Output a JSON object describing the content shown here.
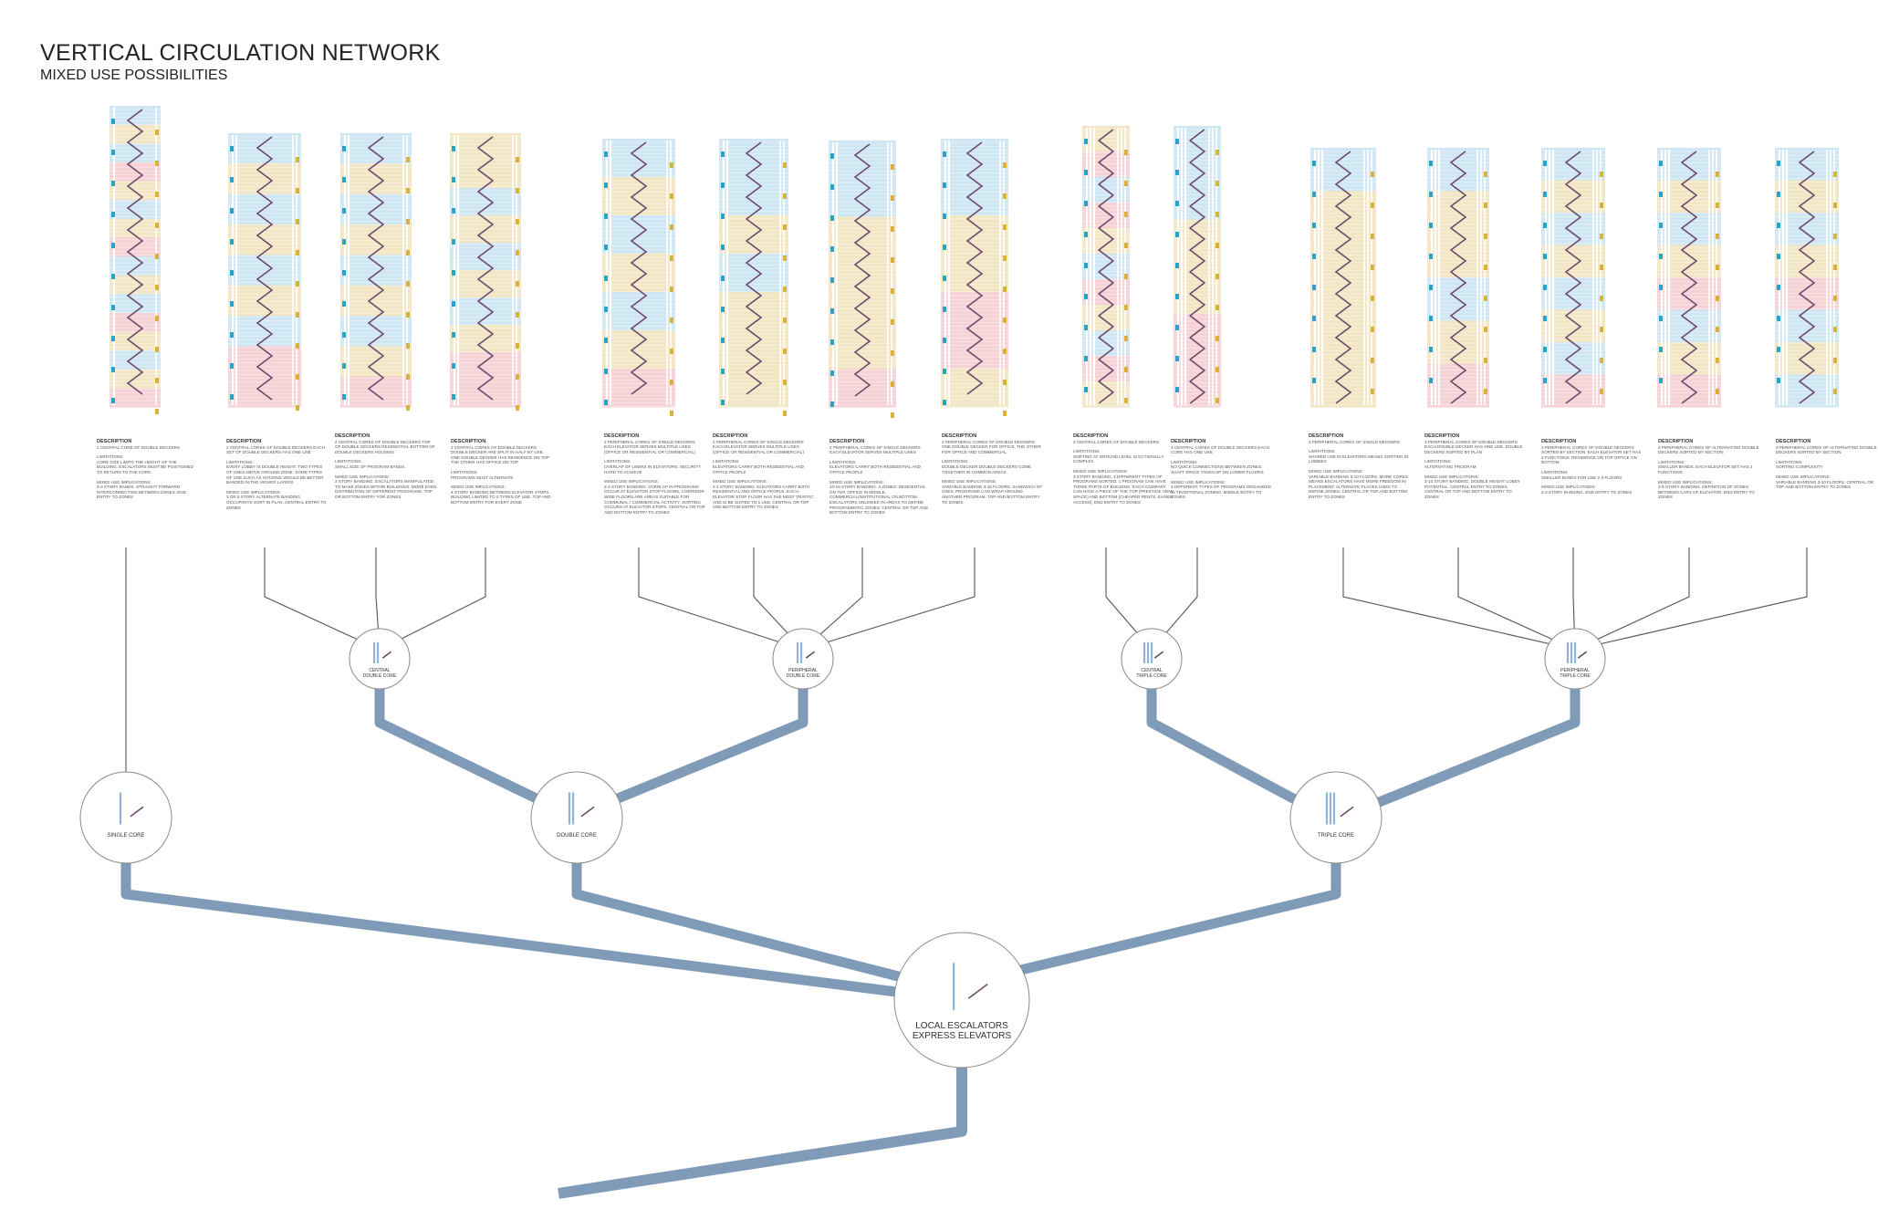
{
  "header": {
    "title": "VERTICAL CIRCULATION NETWORK",
    "subtitle": "MIXED USE POSSIBILITIES"
  },
  "colors": {
    "trunk": "#7f9bb8",
    "line": "#555555",
    "zone_office": "#cfe6f3",
    "zone_residential": "#f2e6c4",
    "zone_retail": "#f6d2d6",
    "escalator": "#6d4a6e",
    "elevator": "#8fb4d9"
  },
  "nodes": {
    "root": {
      "label_1": "LOCAL ESCALATORS",
      "label_2": "EXPRESS ELEVATORS"
    },
    "single": {
      "label": "SINGLE CORE"
    },
    "double": {
      "label": "DOUBLE CORE"
    },
    "triple": {
      "label": "TRIPLE CORE"
    },
    "central_double": {
      "label_1": "CENTRAL",
      "label_2": "DOUBLE CORE"
    },
    "peripheral_double": {
      "label_1": "PERIPHERAL",
      "label_2": "DOUBLE CORE"
    },
    "central_triple": {
      "label_1": "CENTRAL",
      "label_2": "TRIPLE CORE"
    },
    "peripheral_triple": {
      "label_1": "PERIPHERAL",
      "label_2": "TRIPLE CORE"
    }
  },
  "columns": [
    {
      "heading": "DESCRIPTION",
      "text": "1 CENTRAL CORE OF DOUBLE DECKERS",
      "lim_head": "LIMITATIONS:",
      "lim": "CORE SIZE LIMITS THE HEIGHT OF THE BUILDING. ESCALATORS MUST BE POSITIONED TO RETURN TO THE CORE",
      "mix_head": "MIXED USE IMPLICATIONS:",
      "mix": "2-3 STORY BANDS. STRAIGHT FORWARD INTERCONNECTION BETWEEN ZONES. END ENTRY TO ZONES",
      "pattern": [
        "b",
        "y",
        "b",
        "p",
        "y",
        "b",
        "y",
        "p",
        "b",
        "y",
        "b",
        "p",
        "y",
        "b",
        "y",
        "p"
      ]
    },
    {
      "heading": "DESCRIPTION",
      "text": "2 CENTRAL CORES OF DOUBLE DECKERS EACH SET OF DOUBLE DECKERS HAS ONE USE",
      "lim_head": "LIMITATIONS:",
      "lim": "EVERY LOBBY IS DOUBLE HEIGHT. TWO TYPES OF USES ABOVE GROUND ZONE. SOME TYPES OF USE SUCH AS HOUSING WOULD BE BETTER BANDED IN THE HIGHER LAYERS",
      "mix_head": "MIXED USE IMPLICATIONS:",
      "mix": "3 OR 6 STORY ALTERNATE BANDING. OCCUPANTS SORT IN PLAN. CENTRAL ENTRY TO ZONES",
      "pattern": [
        "b",
        "y",
        "b",
        "y",
        "b",
        "y",
        "b",
        "p",
        "p"
      ]
    },
    {
      "heading": "DESCRIPTION",
      "text": "2 CENTRAL CORES OF DOUBLE DECKERS TOP OF DOUBLE DECKERS RESIDENTIAL BOTTOM OF DOUBLE DECKERS HOUSING",
      "lim_head": "LIMITATIONS:",
      "lim": "SMALL SIZE OF PROGRAM BANDS",
      "mix_head": "MIXED USE IMPLICATIONS:",
      "mix": "3 STORY BANDING. ESCALATORS MANIPULATED TO MAKE ZONES WITHIN BUILDINGS. MORE EVEN DISTRIBUTION OF DIFFERENT PROGRAMS. TOP OR BOTTOM ENTRY FOR ZONES",
      "pattern": [
        "b",
        "y",
        "b",
        "y",
        "b",
        "y",
        "b",
        "y",
        "p"
      ]
    },
    {
      "heading": "DESCRIPTION",
      "text": "2 CENTRAL CORES OF DOUBLE DECKERS DOUBLE DECKER ARE SPLIT IN HALF BY USE. ONE DOUBLE DECKER HAS RESIDENCE ON TOP THE OTHER HAS OFFICE ON TOP",
      "lim_head": "LIMITATIONS:",
      "lim": "PROGRAMS MUST ALTERNATE",
      "mix_head": "MIXED USE IMPLICATIONS:",
      "mix": "4 STORY BANDING BETWEEN ELEVATOR STOPS. BUILDING LIMITED TO 2 TYPES OF USE. TOP AND BOTTOM ENTRY FOR EVERY ZONE",
      "pattern": [
        "y",
        "y",
        "b",
        "y",
        "b",
        "y",
        "b",
        "y",
        "p",
        "p"
      ]
    },
    {
      "heading": "DESCRIPTION",
      "text": "2 PERIPHERAL CORES OF SINGLE DECKERS EACH ELEVATOR SERVES MULTIPLE USES (OFFICE OR RESIDENTIAL OR COMMERCIAL)",
      "lim_head": "LIMITATIONS:",
      "lim": "OVERLAP OF USERS IN ELEVATORS. SECURITY HARD TO ACHIEVE",
      "mix_head": "MIXED USE IMPLICATIONS:",
      "mix": "2-4 STORY BANDING. OVERLAP IN PROGRAMS OCCUR AT ELEVATOR STOP FLOORS. CORRIDOR WIDE FLOORS ARE AREAS SUITABLE FOR COMMUNAL / COMMERCIAL ACTIVITY. SORTING OCCURS AT ELEVATOR STOPS. CENTRAL OR TOP AND BOTTOM ENTRY TO ZONES",
      "pattern": [
        "b",
        "y",
        "b",
        "y",
        "b",
        "y",
        "p"
      ]
    },
    {
      "heading": "DESCRIPTION",
      "text": "2 PERIPHERAL CORES OF SINGLE DECKERS EACH ELEVATOR SERVES MULTIPLE USES (OFFICE OR RESIDENTIAL OR COMMERCIAL)",
      "lim_head": "LIMITATIONS:",
      "lim": "ELEVATORS CARRY BOTH RESIDENTIAL AND OFFICE PEOPLE",
      "mix_head": "MIXED USE IMPLICATIONS:",
      "mix": "2-4 STORY BANDING. ELEVATORS CARRY BOTH RESIDENTIAL AND OFFICE PEOPLE. EACH ELEVATOR STOP FLOOR HAS THE MOST TRAFFIC AND IS BE SUITED TO 1 USE. CENTRAL OR TOP AND BOTTOM ENTRY TO ZONES",
      "pattern": [
        "b",
        "b",
        "y",
        "b",
        "y",
        "y",
        "y"
      ]
    },
    {
      "heading": "DESCRIPTION",
      "text": "2 PERIPHERAL CORES OF SINGLE DECKERS EACH ELEVATOR SERVES MULTIPLE USES",
      "lim_head": "LIMITATIONS:",
      "lim": "ELEVATORS CARRY BOTH RESIDENTIAL AND OFFICE PEOPLE",
      "mix_head": "MIXED USE IMPLICATIONS:",
      "mix": "10-16 STORY BANDING. 3 ZONES: RESIDENTIAL ON TOP, OFFICE IN MIDDLE, COMMERCIAL/INSTITUTIONAL ON BOTTOM. ESCALATORS UNLINKED IN AREAS TO DEFINE PROGRAMMATIC ZONES. CENTRAL OR TOP AND BOTTOM ENTRY TO ZONES",
      "pattern": [
        "b",
        "b",
        "y",
        "y",
        "y",
        "y",
        "p"
      ]
    },
    {
      "heading": "DESCRIPTION",
      "text": "2 PERIPHERAL CORES OF DOUBLE DECKERS ONE DOUBLE DECKER FOR OFFICE, THE OTHER FOR OFFICE AND COMMERCIAL",
      "lim_head": "LIMITATIONS:",
      "lim": "DOUBLE DECKER DOUBLE DECKERS COME TOGETHER IN COMMON AREAS",
      "mix_head": "MIXED USE IMPLICATIONS:",
      "mix": "VARIABLE BANDING 3-15 FLOORS. SANDWICH OF USES. PROGRAMS CAN WRAP AROUND ANOTHER PROGRAM. TOP AND BOTTOM ENTRY TO ZONES",
      "pattern": [
        "b",
        "b",
        "y",
        "y",
        "p",
        "p",
        "y"
      ]
    },
    {
      "heading": "DESCRIPTION",
      "text": "3 CENTRAL CORES OF DOUBLE DECKERS",
      "lim_head": "LIMITATIONS:",
      "lim": "SORTING AT GROUND LEVEL IS ECTIONALLY COMPLEX",
      "mix_head": "MIXED USE IMPLICATIONS:",
      "mix": "3 STORY BANDING. 3 DIFFERENT TYPES OF PROGRAMS SORTED. 1 PROGRAM CAN HAVE THREE PARTS OF BUILDING. EACH COMPANY CAN HAVE A PIECE OF THE TOP (PRESTIGE VIEW, SPACE) AND BOTTOM (CHEAPER RENTS, EASIER ACCESS). END ENTRY TO ZONES",
      "pattern": [
        "y",
        "p",
        "b",
        "p",
        "y",
        "b",
        "p",
        "y",
        "b",
        "p",
        "y"
      ]
    },
    {
      "heading": "DESCRIPTION",
      "text": "3 CENTRAL CORES OF DOUBLE DECKERS EACH CORE HAS ONE USE",
      "lim_head": "LIMITATIONS:",
      "lim": "NO QUICK CONNECTIONS BETWEEN ZONES. SHAFT SPACE TAKEN UP ON LOWER FLOORS",
      "mix_head": "MIXED USE IMPLICATIONS:",
      "mix": "3 DIFFERENT TYPES OF PROGRAMS ORGANIZED IN TRADITIONAL ZONING. MIDDLE ENTRY TO ZONES",
      "pattern": [
        "b",
        "b",
        "y",
        "y",
        "p",
        "p"
      ]
    },
    {
      "heading": "DESCRIPTION",
      "text": "3 PERIPHERAL CORES OF SINGLE DECKERS",
      "lim_head": "LIMITATIONS:",
      "lim": "SHARED USE IN ELEVATORS MEANS SORTING IN LOBBIES",
      "mix_head": "MIXED USE IMPLICATIONS:",
      "mix": "VARIABLE BANDING 3-10 FLOORS. MORE CORES MEANS ESCALATORS HAVE MORE FREEDOM IN PLACEMENT. ALTERNATE PLACES USED TO DEFINE ZONES. CENTRAL OR TOP AND BOTTOM ENTRY TO ZONES",
      "pattern": [
        "b",
        "y",
        "y",
        "y",
        "y",
        "y"
      ]
    },
    {
      "heading": "DESCRIPTION",
      "text": "3 PERIPHERAL CORES OF DOUBLE DECKERS EACH DOUBLE DECKER HAS ONE USE. DOUBLE DECKERS SORTED BY PLAN",
      "lim_head": "LIMITATIONS:",
      "lim": "ALTERNATING PROGRAM",
      "mix_head": "MIXED USE IMPLICATIONS:",
      "mix": "3-10 STORY BANDING. DOUBLE HEIGHT LOBBY POTENTIAL. CENTRAL ENTRY TO ZONES. CENTRAL OR TOP AND BOTTOM ENTRY TO ZONES",
      "pattern": [
        "b",
        "y",
        "y",
        "b",
        "y",
        "p"
      ]
    },
    {
      "heading": "DESCRIPTION",
      "text": "3 PERIPHERAL CORES OF DOUBLE DECKERS SORTED BY SECTION. EACH ELEVATOR SET HAS 2 FUNCTIONS. RESIDENCE ON TOP OFFICE ON BOTTOM",
      "lim_head": "LIMITATIONS:",
      "lim": "SMALLER BANDS FOR USE 2-3 FLOORS",
      "mix_head": "MIXED USE IMPLICATIONS:",
      "mix": "2-3 STORY BANDING. END ENTRY TO ZONES",
      "pattern": [
        "b",
        "y",
        "b",
        "y",
        "b",
        "y",
        "b",
        "p"
      ]
    },
    {
      "heading": "DESCRIPTION",
      "text": "3 PERIPHERAL CORES OF ALTERNATING DOUBLE DECKERS SORTED BY SECTION",
      "lim_head": "LIMITATIONS:",
      "lim": "SMALLER BANDS. EACH ELEVATOR SET HAS 2 FUNCTIONS",
      "mix_head": "MIXED USE IMPLICATIONS:",
      "mix": "2-5 STORY BANDING. DEFINITION OF ZONES BETWEEN CARS OF ELEVATOR. END ENTRY TO ZONES",
      "pattern": [
        "b",
        "y",
        "b",
        "y",
        "p",
        "b",
        "y",
        "p"
      ]
    },
    {
      "heading": "DESCRIPTION",
      "text": "3 PERIPHERAL CORES OF ALTERNATING DOUBLE DECKERS SORTED BY SECTION",
      "lim_head": "LIMITATIONS:",
      "lim": "SORTING COMPLEXITY",
      "mix_head": "MIXED USE IMPLICATIONS:",
      "mix": "VARIABLE BANDING 3-10 FLOORS. CENTRAL OR TOP AND BOTTOM ENTRY TO ZONES",
      "pattern": [
        "b",
        "y",
        "b",
        "y",
        "p",
        "b",
        "y",
        "b"
      ]
    }
  ]
}
